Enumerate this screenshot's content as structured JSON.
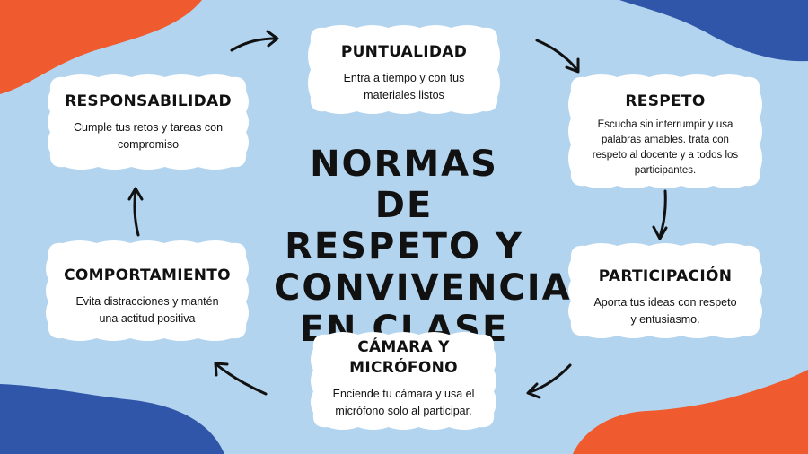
{
  "title_lines": [
    "NORMAS DE",
    "RESPETO Y",
    "CONVIVENCIA",
    "EN CLASE"
  ],
  "colors": {
    "background": "#b3d4ee",
    "accent_orange": "#ef5a2e",
    "accent_blue": "#2f56a8",
    "card": "#ffffff",
    "text": "#111111"
  },
  "nodes": [
    {
      "id": "puntualidad",
      "title": [
        "PUNTUALIDAD"
      ],
      "desc": [
        "Entra a tiempo y con tus",
        "materiales listos"
      ]
    },
    {
      "id": "respeto",
      "title": [
        "RESPETO"
      ],
      "desc": [
        "Escucha sin interrumpir y usa",
        "palabras amables. trata con",
        "respeto al docente y a todos los",
        "participantes."
      ]
    },
    {
      "id": "participacion",
      "title": [
        "PARTICIPACIÓN"
      ],
      "desc": [
        "Aporta tus ideas con respeto",
        "y entusiasmo."
      ]
    },
    {
      "id": "camara",
      "title": [
        "CÁMARA Y",
        "MICRÓFONO"
      ],
      "desc": [
        "Enciende tu cámara y usa el",
        "micrófono solo al participar."
      ]
    },
    {
      "id": "comportamiento",
      "title": [
        "COMPORTAMIENTO"
      ],
      "desc": [
        "Evita distracciones y mantén",
        "una actitud positiva"
      ]
    },
    {
      "id": "responsabilidad",
      "title": [
        "RESPONSABILIDAD"
      ],
      "desc": [
        "Cumple tus retos y tareas con",
        "compromiso"
      ]
    }
  ],
  "edges": [
    {
      "from": "responsabilidad",
      "to": "puntualidad"
    },
    {
      "from": "puntualidad",
      "to": "respeto"
    },
    {
      "from": "respeto",
      "to": "participacion"
    },
    {
      "from": "participacion",
      "to": "camara"
    },
    {
      "from": "camara",
      "to": "comportamiento"
    },
    {
      "from": "comportamiento",
      "to": "responsabilidad"
    }
  ]
}
